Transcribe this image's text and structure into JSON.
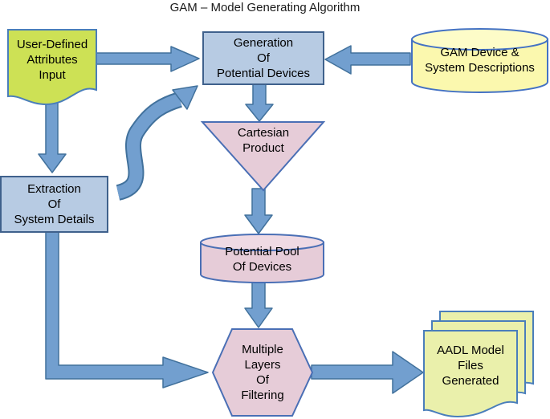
{
  "title": "GAM – Model Generating Algorithm",
  "colors": {
    "arrow_fill": "#729fcf",
    "arrow_stroke": "#41719c",
    "process_box_fill": "#b7cbe3",
    "process_box_stroke": "#3f618c",
    "input_doc_fill": "#cde155",
    "input_doc_stroke": "#4a7ebb",
    "db_cylinder_fill": "#fbf8ae",
    "db_cylinder_top_fill": "#fdfcc8",
    "db_cylinder_stroke": "#4472c4",
    "pink_fill": "#e6ccd8",
    "pink_top_fill": "#efdae4",
    "pink_stroke": "#4a6fb5",
    "output_doc_fill": "#eaf0ab",
    "output_doc_stroke": "#4a7ebb",
    "text": "#000000"
  },
  "nodes": {
    "user_input": {
      "shape": "document",
      "label": "User-Defined\nAttributes\nInput"
    },
    "generation": {
      "shape": "rectangle",
      "label": "Generation\nOf\nPotential Devices"
    },
    "gam_descriptions": {
      "shape": "cylinder",
      "label": "GAM Device &\nSystem Descriptions"
    },
    "extraction": {
      "shape": "rectangle",
      "label": "Extraction\nOf\nSystem Details"
    },
    "cartesian": {
      "shape": "inverted-triangle",
      "label": "Cartesian\nProduct"
    },
    "pool": {
      "shape": "cylinder",
      "label": "Potential Pool\nOf Devices"
    },
    "filtering": {
      "shape": "hexagon",
      "label": "Multiple\nLayers\nOf\nFiltering"
    },
    "aadl_output": {
      "shape": "document-stack",
      "label": "AADL Model\nFiles\nGenerated"
    }
  },
  "edges": [
    {
      "from": "user_input",
      "to": "generation",
      "style": "block-arrow-right"
    },
    {
      "from": "user_input",
      "to": "extraction",
      "style": "block-arrow-down"
    },
    {
      "from": "gam_descriptions",
      "to": "generation",
      "style": "block-arrow-left"
    },
    {
      "from": "extraction",
      "to": "generation",
      "style": "curved-s-arrow-up"
    },
    {
      "from": "generation",
      "to": "cartesian",
      "style": "block-arrow-down"
    },
    {
      "from": "cartesian",
      "to": "pool",
      "style": "block-arrow-down"
    },
    {
      "from": "pool",
      "to": "filtering",
      "style": "block-arrow-down"
    },
    {
      "from": "extraction",
      "to": "filtering",
      "style": "block-arrow-elbow-right"
    },
    {
      "from": "filtering",
      "to": "aadl_output",
      "style": "block-arrow-right"
    }
  ]
}
